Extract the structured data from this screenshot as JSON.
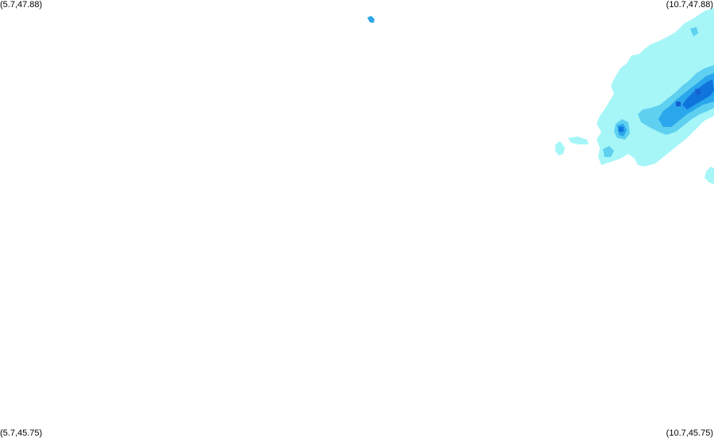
{
  "map": {
    "corners": {
      "top_left": "(5.7,47.88)",
      "top_right": "(10.7,47.88)",
      "bottom_left": "(5.7,45.75)",
      "bottom_right": "(10.7,45.75)"
    },
    "bounds": {
      "lon_min": 5.7,
      "lon_max": 10.7,
      "lat_min": 45.75,
      "lat_max": 47.88
    },
    "colors": {
      "light": "#a6f6f8",
      "medium": "#5fd0f0",
      "strong": "#2aa6ec",
      "intense": "#0f74dc",
      "heavy": "#1560d0"
    }
  }
}
